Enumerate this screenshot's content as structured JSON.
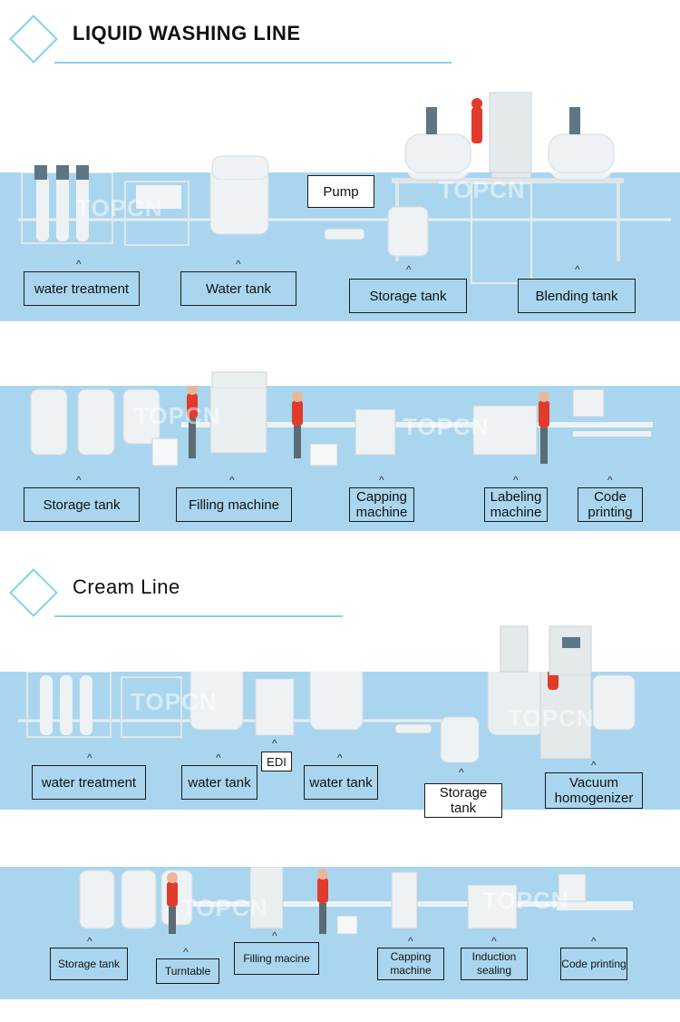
{
  "sections": [
    {
      "title": "LIQUID WASHING LINE"
    },
    {
      "title": "Cream Line"
    }
  ],
  "watermark": "TOPCN",
  "liquid_line": {
    "row1_labels": [
      "water treatment",
      "Water tank",
      "Pump",
      "Storage tank",
      "Blending tank"
    ],
    "row2_labels": [
      "Storage tank",
      "Filling machine",
      "Capping machine",
      "Labeling machine",
      "Code printing"
    ]
  },
  "cream_line": {
    "row1_labels": [
      "water treatment",
      "water tank",
      "EDI",
      "water tank",
      "Storage tank",
      "Vacuum homogenizer"
    ],
    "row2_labels": [
      "Storage tank",
      "Turntable",
      "Filling macine",
      "Capping machine",
      "Induction sealing",
      "Code printing"
    ]
  },
  "caret": "^"
}
